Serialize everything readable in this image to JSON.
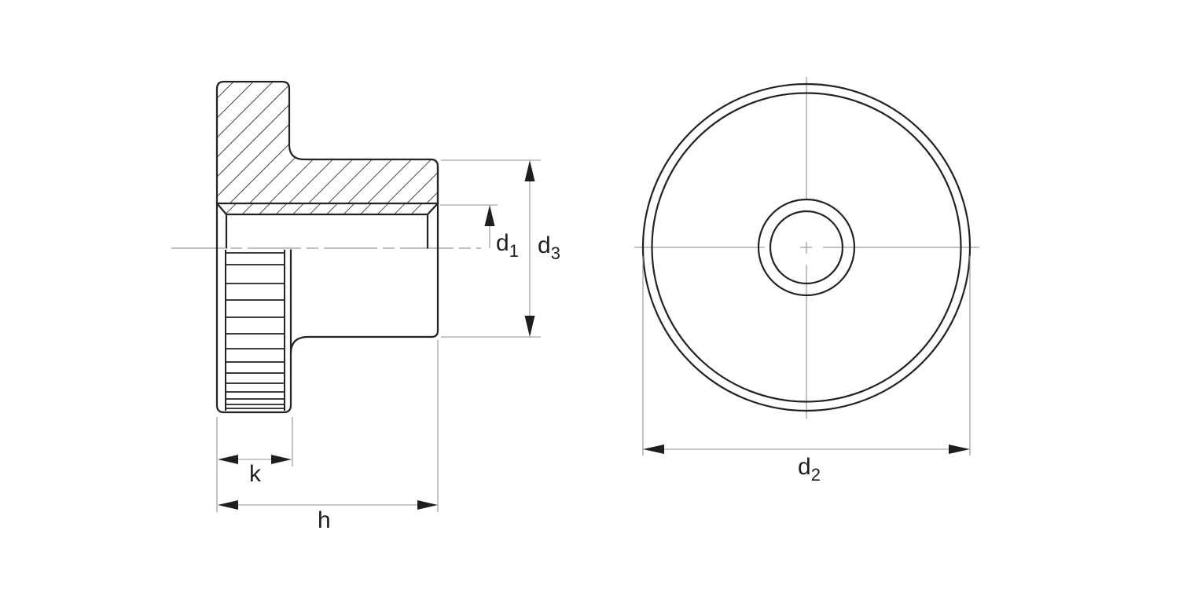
{
  "drawing": {
    "labels": {
      "d1": {
        "base": "d",
        "sub": "1"
      },
      "d3": {
        "base": "d",
        "sub": "3"
      },
      "d2": {
        "base": "d",
        "sub": "2"
      },
      "k": {
        "base": "k",
        "sub": ""
      },
      "h": {
        "base": "h",
        "sub": ""
      }
    },
    "colors": {
      "outline": "#232323",
      "hatch": "#2a2a2a",
      "thin_line": "#8f8f8f",
      "centerline": "#9a9a9a",
      "arrow": "#1e1e1e",
      "text": "#1f1f1f",
      "background": "#ffffff"
    }
  }
}
